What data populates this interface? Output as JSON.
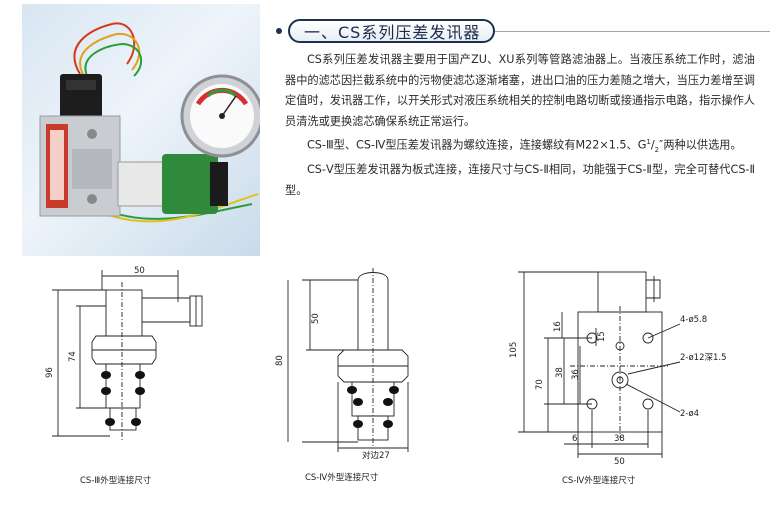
{
  "title": "一、CS系列压差发讯器",
  "paragraphs": [
    "CS系列压差发讯器主要用于国产ZU、XU系列等管路滤油器上。当液压系统工作时，滤油器中的滤芯因拦截系统中的污物使滤芯逐渐堵塞，进出口油的压力差随之增大，当压力差增至调定值时，发讯器工作，以开关形式对液压系统相关的控制电路切断或接通指示电路，指示操作人员清洗或更换滤芯确保系统正常运行。",
    "CS-Ⅲ型、CS-Ⅳ型压差发讯器为螺纹连接，连接螺纹有M22×1.5、G",
    "CS-Ⅴ型压差发讯器为板式连接，连接尺寸与CS-Ⅱ相同，功能强于CS-Ⅱ型，完全可替代CS-Ⅱ型。"
  ],
  "p2": {
    "sup": "1",
    "sub": "2",
    "tail": "″两种以供选用。"
  },
  "diagram1": {
    "caption": "CS-Ⅲ外型连接尺寸",
    "dims": {
      "width": "50",
      "height_total": "96",
      "height_inner": "74"
    }
  },
  "diagram2": {
    "caption": "CS-Ⅳ外型连接尺寸",
    "dims": {
      "top": "50",
      "height_total": "80",
      "across_flats": "对边27"
    }
  },
  "diagram3": {
    "caption": "CS-Ⅳ外型连接尺寸",
    "dims": {
      "height_total": "105",
      "h70": "70",
      "h38": "38",
      "h36": "36",
      "h16": "16",
      "h15": "15",
      "holes4": "4-ø5.8",
      "holes2": "2-ø12深1.5",
      "holes2b": "2-ø4",
      "w6": "6",
      "w38": "38",
      "w50": "50"
    }
  }
}
